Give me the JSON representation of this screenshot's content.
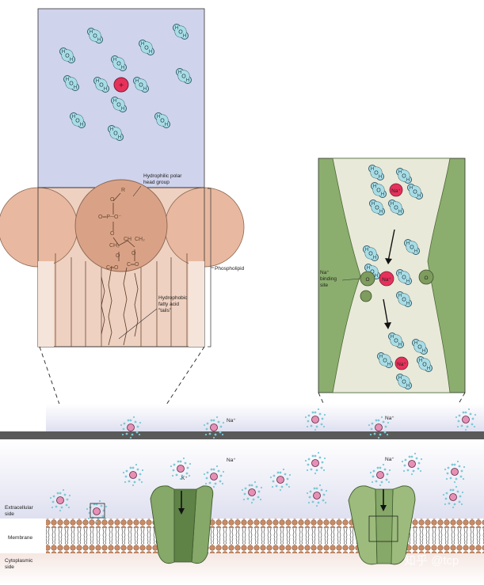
{
  "left_inset": {
    "head_group_label": "Hydrophilic polar\nhead group",
    "tails_label": "Hydrophobic\nfatty acid\n\"tails\"",
    "phospholipid_label": "Phospholipid",
    "chem": {
      "r": "R",
      "o1": "O",
      "o_double": "O═P─O⁻",
      "o2": "O",
      "ch2_left": "CH₂",
      "ch": "CH",
      "ch2_right": "CH₂",
      "o3": "O",
      "o4": "O",
      "c1": "C═O",
      "c2": "C═O"
    },
    "ion_symbol": "+"
  },
  "right_inset": {
    "ion_label": "Na⁺",
    "binding_site_label": "Na⁺\nbinding\nsite",
    "oxygen": "O"
  },
  "bottom": {
    "na_label": "Na⁺",
    "k_label": "K⁺",
    "side_labels": {
      "extracellular": "Extracellular\nside",
      "membrane": "Membrane",
      "cytoplasmic": "Cytoplasmic\nside"
    }
  },
  "watermark": "知乎 @tcp",
  "colors": {
    "water_fill": "#a9dde6",
    "ion_magenta": "#e6315b",
    "membrane_tan": "#e8c2aa",
    "channel_green": "#86a868",
    "extracellular_bg": "#e6e4f1"
  }
}
